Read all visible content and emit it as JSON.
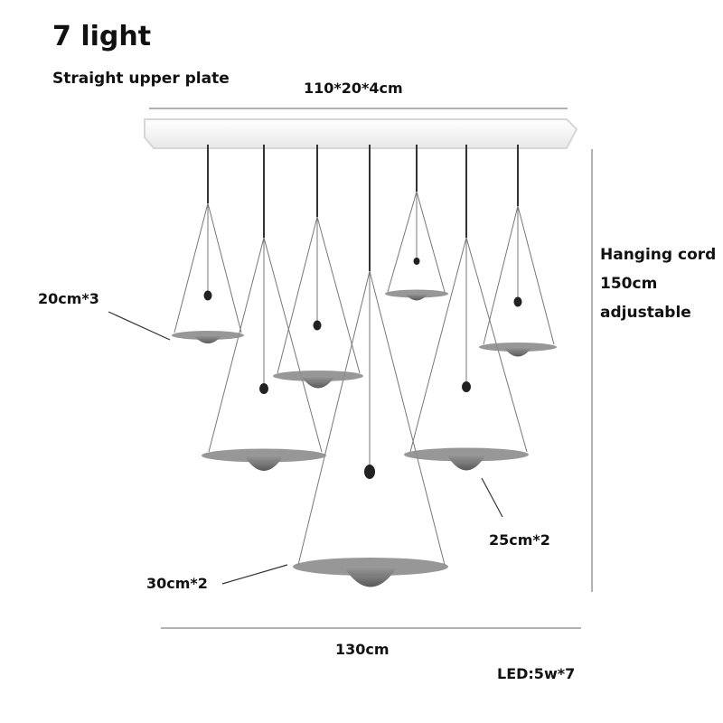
{
  "title": "7 light",
  "subtitle": "Straight upper plate",
  "dimensions": {
    "plate": "110*20*4cm",
    "spread": "130cm"
  },
  "hanging_cord": {
    "line1": "Hanging cord",
    "line2": "150cm",
    "line3": "adjustable"
  },
  "shades": {
    "small": "20cm*3",
    "medium": "25cm*2",
    "large": "30cm*2"
  },
  "led": "LED:5w*7",
  "colors": {
    "text": "#111111",
    "plate": "#f7f7f7",
    "plate_edge": "#d9d9d9",
    "cord": "#333333",
    "glass": "#7a7a7a",
    "line": "#666666"
  }
}
